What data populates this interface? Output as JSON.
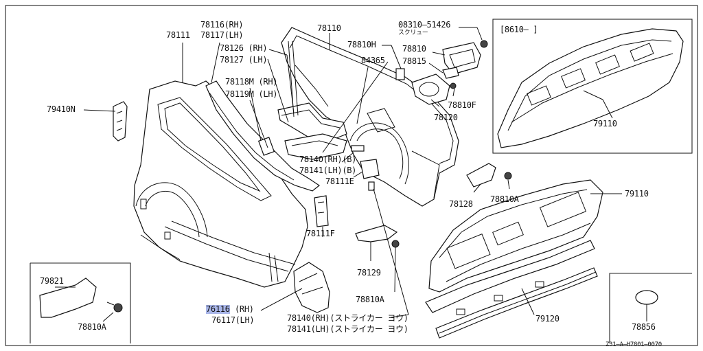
{
  "labels": {
    "p78116": "78116(RH)",
    "p78117": "78117(LH)",
    "p78111": "78111",
    "p78126": "78126 (RH)",
    "p78127": "78127 (LH)",
    "p78110": "78110",
    "p08310": "08310—51426",
    "p08310_sub": "スクリュー",
    "p78810H": "78810H",
    "p84365": "84365",
    "p78810": "78810",
    "p78815": "78815",
    "p78118": "78118M (RH)",
    "p78119": "78119M (LH)",
    "p79410N": "79410N",
    "p78810F": "78810F",
    "p78120": "78120",
    "p78140b": "78140(RH)(B)",
    "p78141b": "78141(LH)(B)",
    "p78111E": "78111E",
    "p78128": "78128",
    "p78810A_mid": "78810A",
    "p78111F": "78111F",
    "p78129": "78129",
    "p78810A_low": "78810A",
    "p79821": "79821",
    "p78810A_box": "78810A",
    "p76116": "76116",
    "p76116_rh": "(RH)",
    "p76117": "76117(LH)",
    "p78140s": "78140(RH)(ストライカー ヨウ)",
    "p78141s": "78141(LH)(ストライカー ヨウ)",
    "p8610": "[8610—   ]",
    "p79110_box": "79110",
    "p79110": "79110",
    "p79120": "79120",
    "p78856": "78856",
    "diagram_code": "Z31—A—H7801—0070"
  }
}
